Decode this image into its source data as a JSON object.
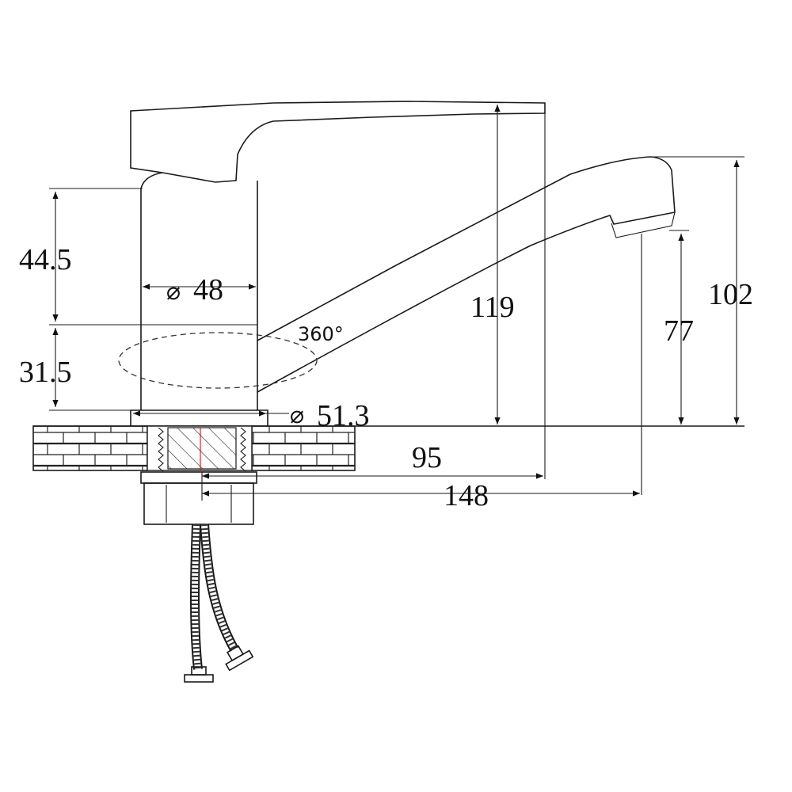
{
  "dimensions": {
    "d1": "44.5",
    "d2": "31.5",
    "d3": "48",
    "d4": "51.3",
    "d5": "119",
    "d6": "102",
    "d7": "77",
    "d8": "95",
    "d9": "148"
  },
  "rotation_label": "360°",
  "diameter_symbol": "⌀",
  "colors": {
    "line": "#1a1a1a",
    "hatch": "#222222",
    "center_mark": "#c00000"
  }
}
